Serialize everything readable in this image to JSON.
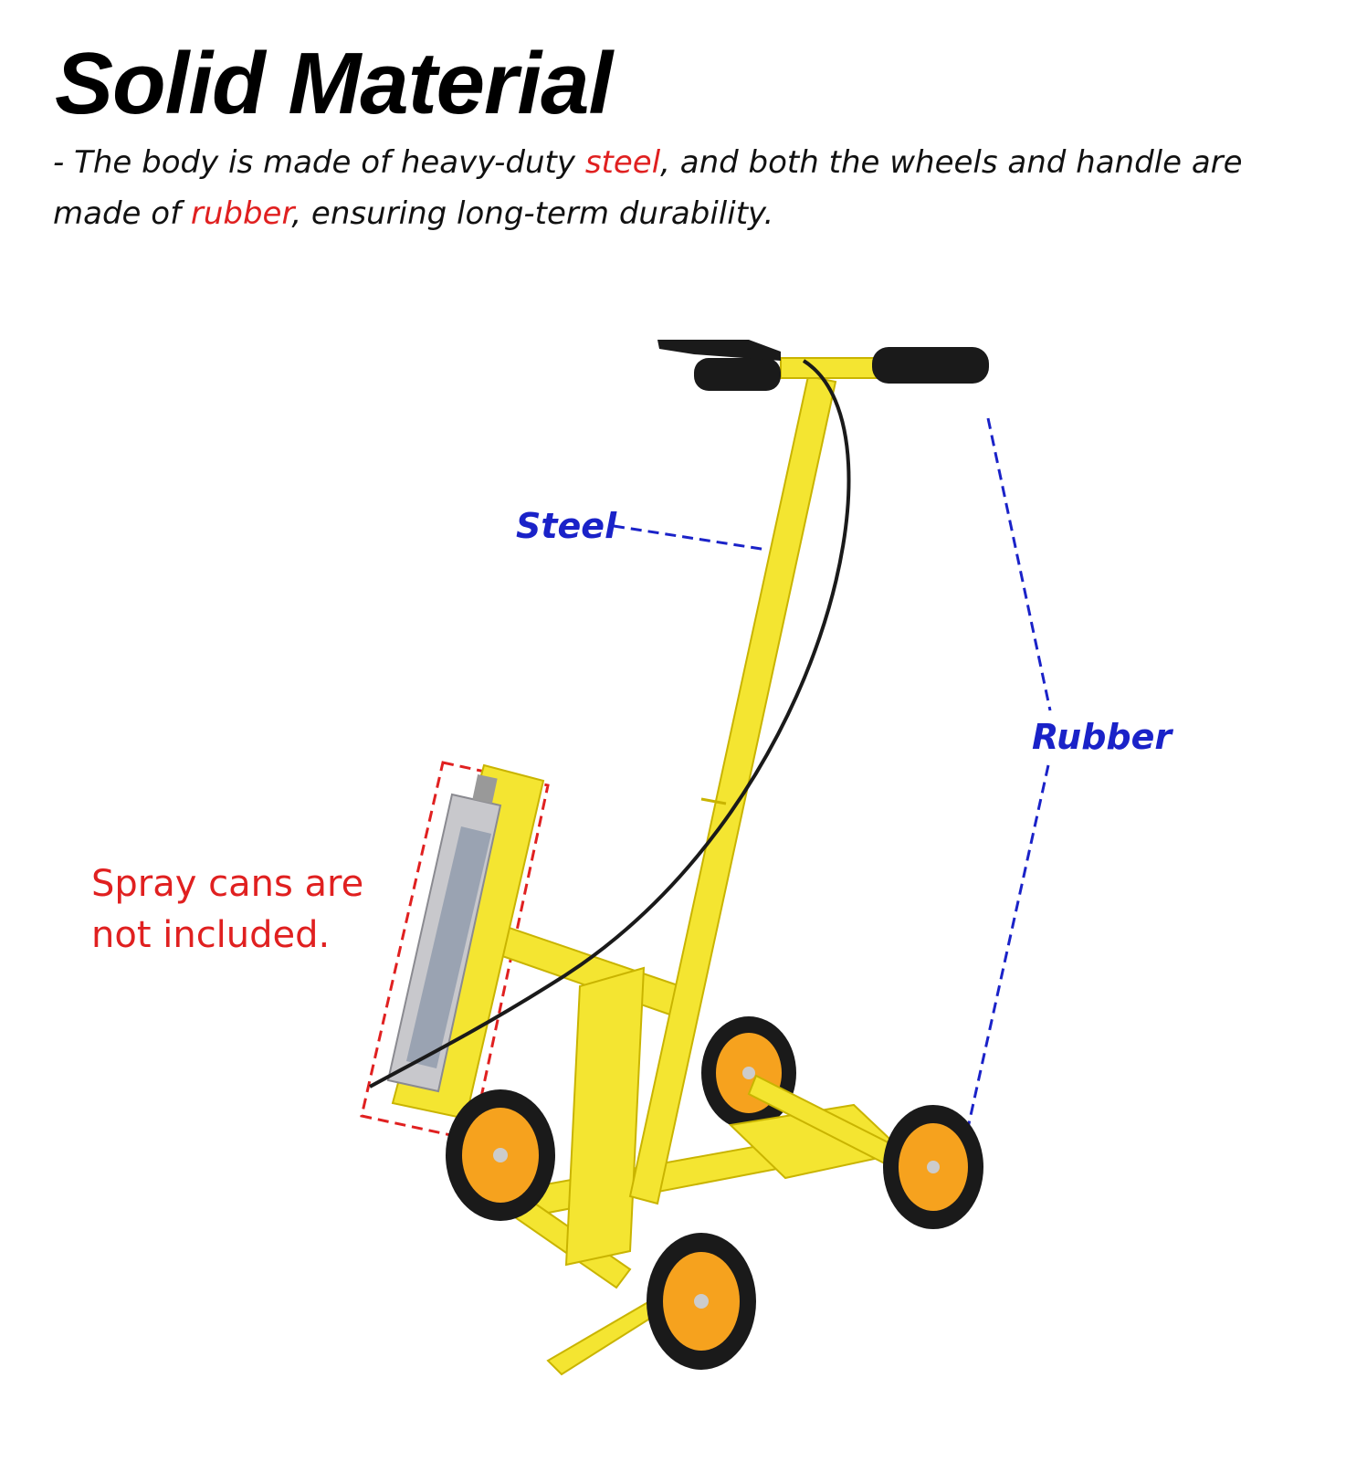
{
  "title": "Solid Material",
  "description": {
    "prefix": "- The body is made of heavy-duty ",
    "steel_word": "steel",
    "middle": ", and both the wheels and handle are made of ",
    "rubber_word": "rubber",
    "suffix": ", ensuring long-term durability."
  },
  "callouts": {
    "steel": "Steel",
    "rubber": "Rubber"
  },
  "note": "Spray cans are not included.",
  "colors": {
    "highlight": "#e02020",
    "callout_blue": "#1a22c8",
    "frame_yellow": "#f4e531",
    "wheel_hub": "#f6a21e",
    "rubber_black": "#1a1a1a"
  }
}
